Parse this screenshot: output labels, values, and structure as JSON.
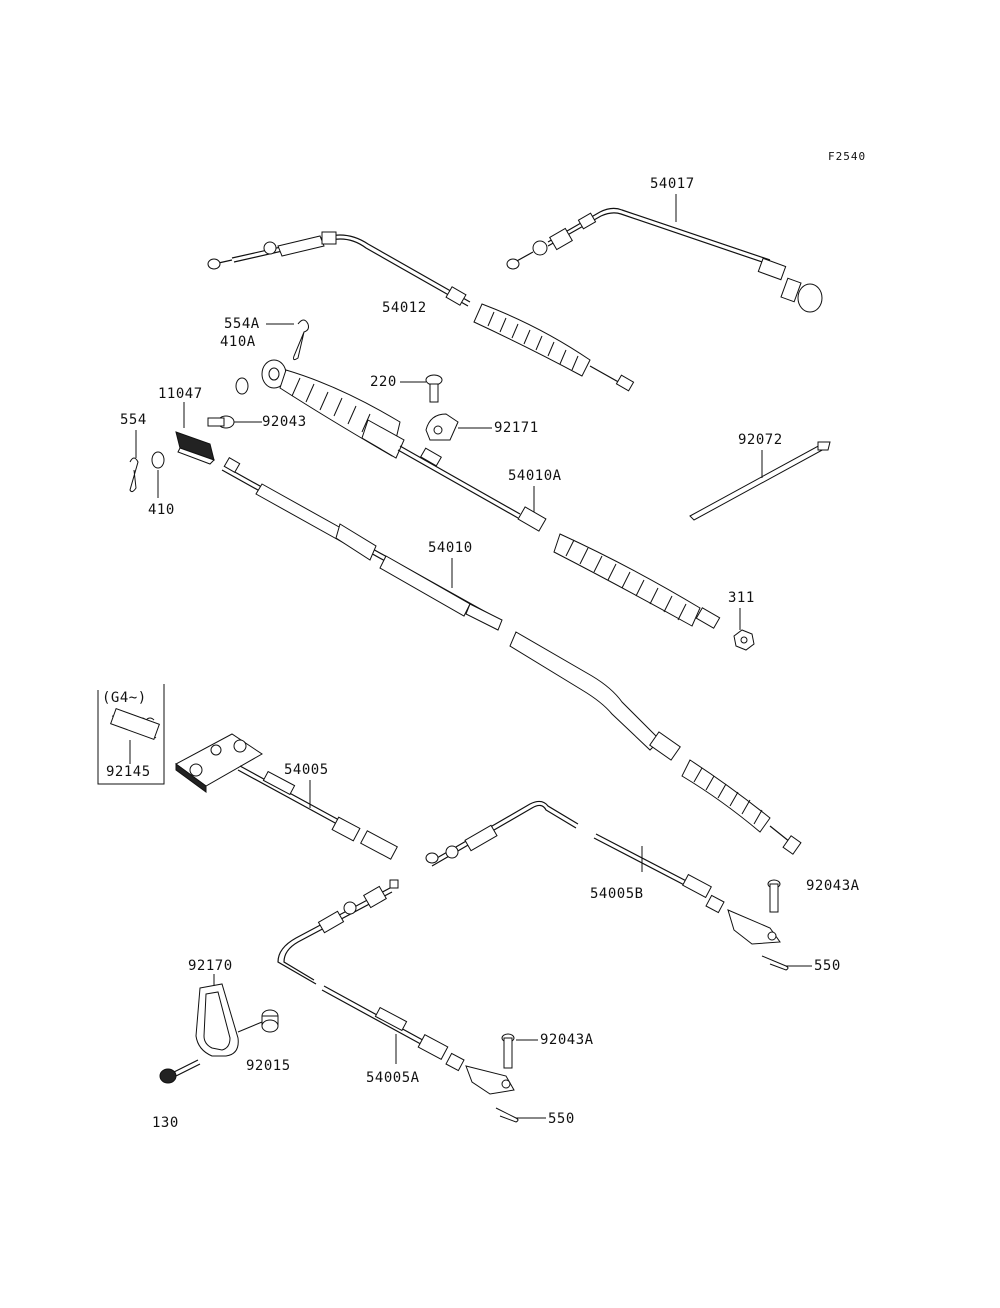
{
  "figure_id": "F2540",
  "inset": {
    "note": "(G4~)",
    "part": "92145"
  },
  "labels": {
    "p54017": "54017",
    "p54012": "54012",
    "p554A": "554A",
    "p410A": "410A",
    "p220": "220",
    "p11047": "11047",
    "p92043": "92043",
    "p92171": "92171",
    "p554": "554",
    "p410": "410",
    "p92072": "92072",
    "p54010A": "54010A",
    "p54010": "54010",
    "p311": "311",
    "p54005": "54005",
    "p54005B": "54005B",
    "p92043A_1": "92043A",
    "p550_1": "550",
    "p92170": "92170",
    "p92015": "92015",
    "p130": "130",
    "p92043A_2": "92043A",
    "p54005A": "54005A",
    "p550_2": "550"
  }
}
